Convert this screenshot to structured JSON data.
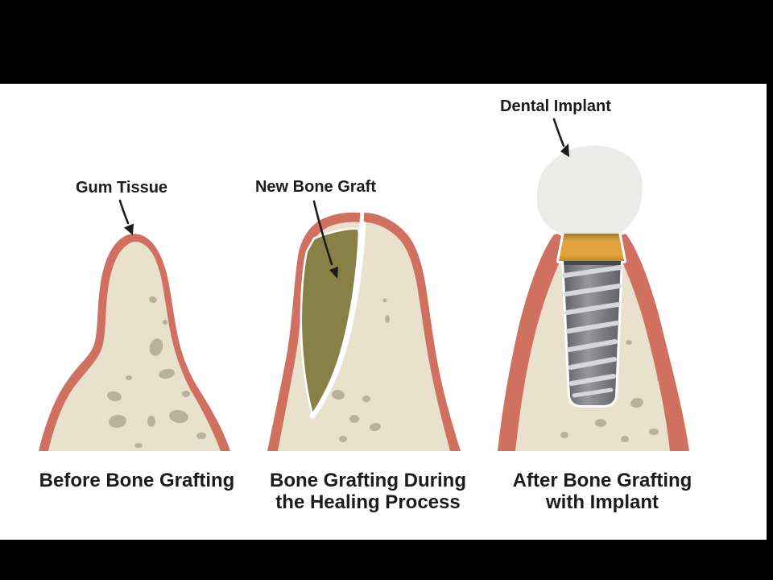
{
  "illustration": {
    "colors": {
      "background": "#000000",
      "canvas": "#ffffff",
      "text": "#1c1c1c",
      "gum": "#cf7060",
      "bone": "#eae1cd",
      "speckle": "#b9b09e",
      "graft": "#878148",
      "crown": "#ebebe9",
      "gold": "#e2a33c",
      "gold_dark": "#8d6b2e",
      "gold_deep": "#c08a28",
      "screw_dark": "#616165",
      "screw_light": "#97979b",
      "screw_top": "#47474b",
      "thread": "#d7d7d9",
      "outline": "#ffffff",
      "arrow": "#1c1c1c"
    },
    "annotations": {
      "gum_tissue": "Gum Tissue",
      "new_bone_graft": "New Bone Graft",
      "dental_implant": "Dental Implant"
    },
    "panels": [
      {
        "caption_lines": [
          "Before Bone Grafting"
        ]
      },
      {
        "caption_lines": [
          "Bone Grafting During",
          "the Healing Process"
        ]
      },
      {
        "caption_lines": [
          "After Bone Grafting",
          "with Implant"
        ]
      }
    ]
  }
}
